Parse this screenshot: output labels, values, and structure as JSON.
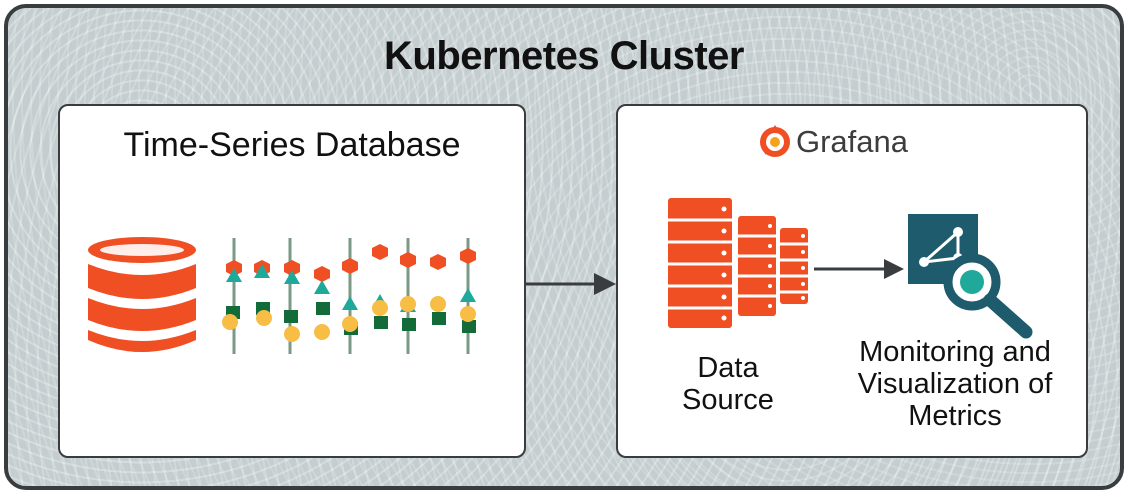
{
  "cluster": {
    "title": "Kubernetes Cluster"
  },
  "tsdb_panel": {
    "title": "Time-Series Database",
    "icons": [
      "database-icon",
      "time-series-data-icon"
    ]
  },
  "grafana_panel": {
    "logo_text": "Grafana",
    "data_source_label": "Data Source",
    "monitoring_label": "Monitoring and Visualization of Metrics",
    "icons": [
      "grafana-logo-icon",
      "server-stack-icon",
      "analytics-magnifier-icon"
    ]
  },
  "colors": {
    "accent_orange": "#f04e23",
    "teal": "#1fa99a",
    "dark_teal": "#1e5b6c",
    "green": "#146b3a",
    "yellow": "#f7bd45",
    "border": "#3a3d3f",
    "background": "#c4cdd0"
  }
}
